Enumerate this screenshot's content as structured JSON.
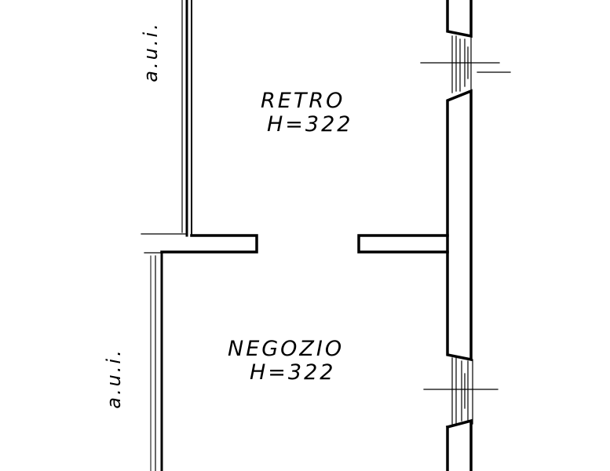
{
  "rooms": {
    "retro": {
      "name": "RETRO",
      "height": "H=322"
    },
    "negozio": {
      "name": "NEGOZIO",
      "height": "H=322"
    }
  },
  "side_labels": {
    "upper": "a.u.i.",
    "lower": "a.u.i."
  }
}
